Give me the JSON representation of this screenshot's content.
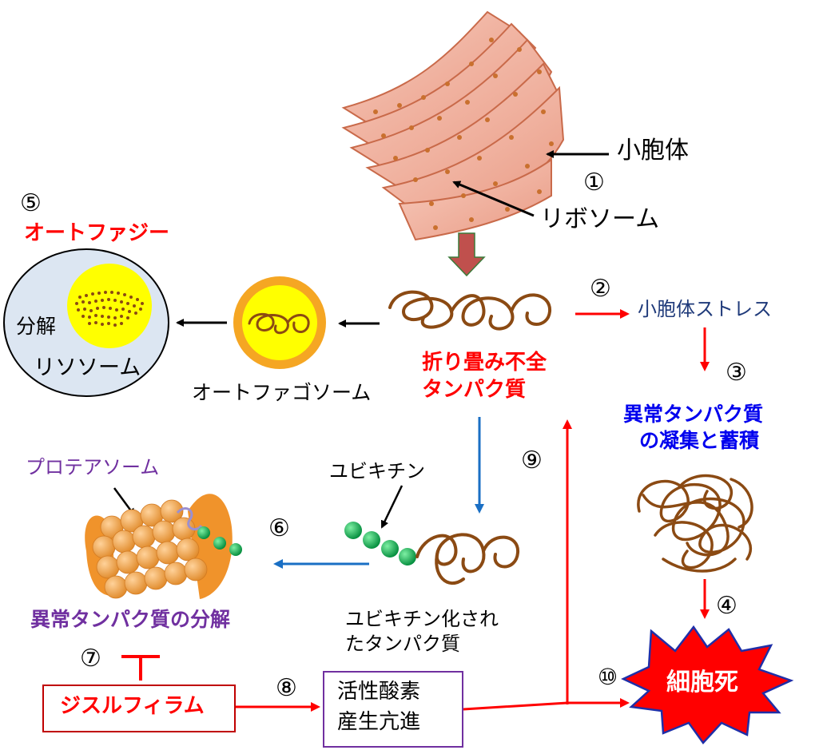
{
  "labels": {
    "er": "小胞体",
    "ribosome": "リボソーム",
    "misfolded_line1": "折り畳み不全",
    "misfolded_line2": "タンパク質",
    "er_stress": "小胞体ストレス",
    "aggregation_line1": "異常タンパク質",
    "aggregation_line2": "の凝集と蓄積",
    "autophagy": "オートファジー",
    "decomposition": "分解",
    "lysosome": "リソソーム",
    "autophagosome": "オートファゴソーム",
    "proteasome": "プロテアソーム",
    "ubiquitin": "ユビキチン",
    "ubiquitinated_line1": "ユビキチン化され",
    "ubiquitinated_line2": "たタンパク質",
    "abnormal_degradation": "異常タンパク質の分解",
    "disulfiram": "ジスルフィラム",
    "ros_line1": "活性酸素",
    "ros_line2": "産生亢進",
    "cell_death": "細胞死"
  },
  "steps": {
    "s1": "①",
    "s2": "②",
    "s3": "③",
    "s4": "④",
    "s5": "⑤",
    "s6": "⑥",
    "s7": "⑦",
    "s8": "⑧",
    "s9": "⑨",
    "s10": "⑩"
  },
  "colors": {
    "red": "#ff0000",
    "blue_arrow": "#1a6fc4",
    "navy_text": "#1f3a7a",
    "blue_text": "#0000ee",
    "purple": "#7030a0",
    "brown": "#8b4a13",
    "yellow": "#ffff00",
    "orange": "#f5a623",
    "green_bead": "#00b050",
    "lysosome_fill": "#dce6f2",
    "er_pink": "#f4b9a6",
    "burst_red": "#ff0000"
  }
}
